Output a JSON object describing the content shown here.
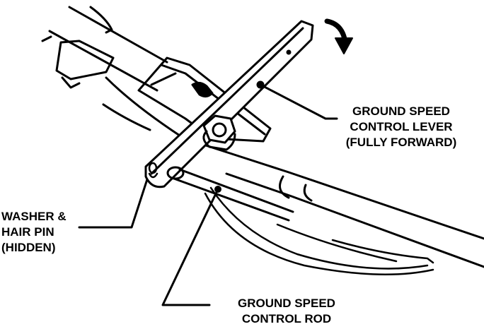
{
  "diagram": {
    "callouts": {
      "lever": {
        "lines": [
          "GROUND SPEED",
          "CONTROL LEVER",
          "(FULLY FORWARD)"
        ]
      },
      "washer": {
        "lines": [
          "WASHER &",
          "HAIR PIN",
          "(HIDDEN)"
        ]
      },
      "rod": {
        "lines": [
          "GROUND SPEED",
          "CONTROL ROD"
        ]
      }
    },
    "arrow_icon": "curved-arrow-clockwise",
    "colors": {
      "ink": "#000000",
      "paper": "#ffffff"
    }
  }
}
